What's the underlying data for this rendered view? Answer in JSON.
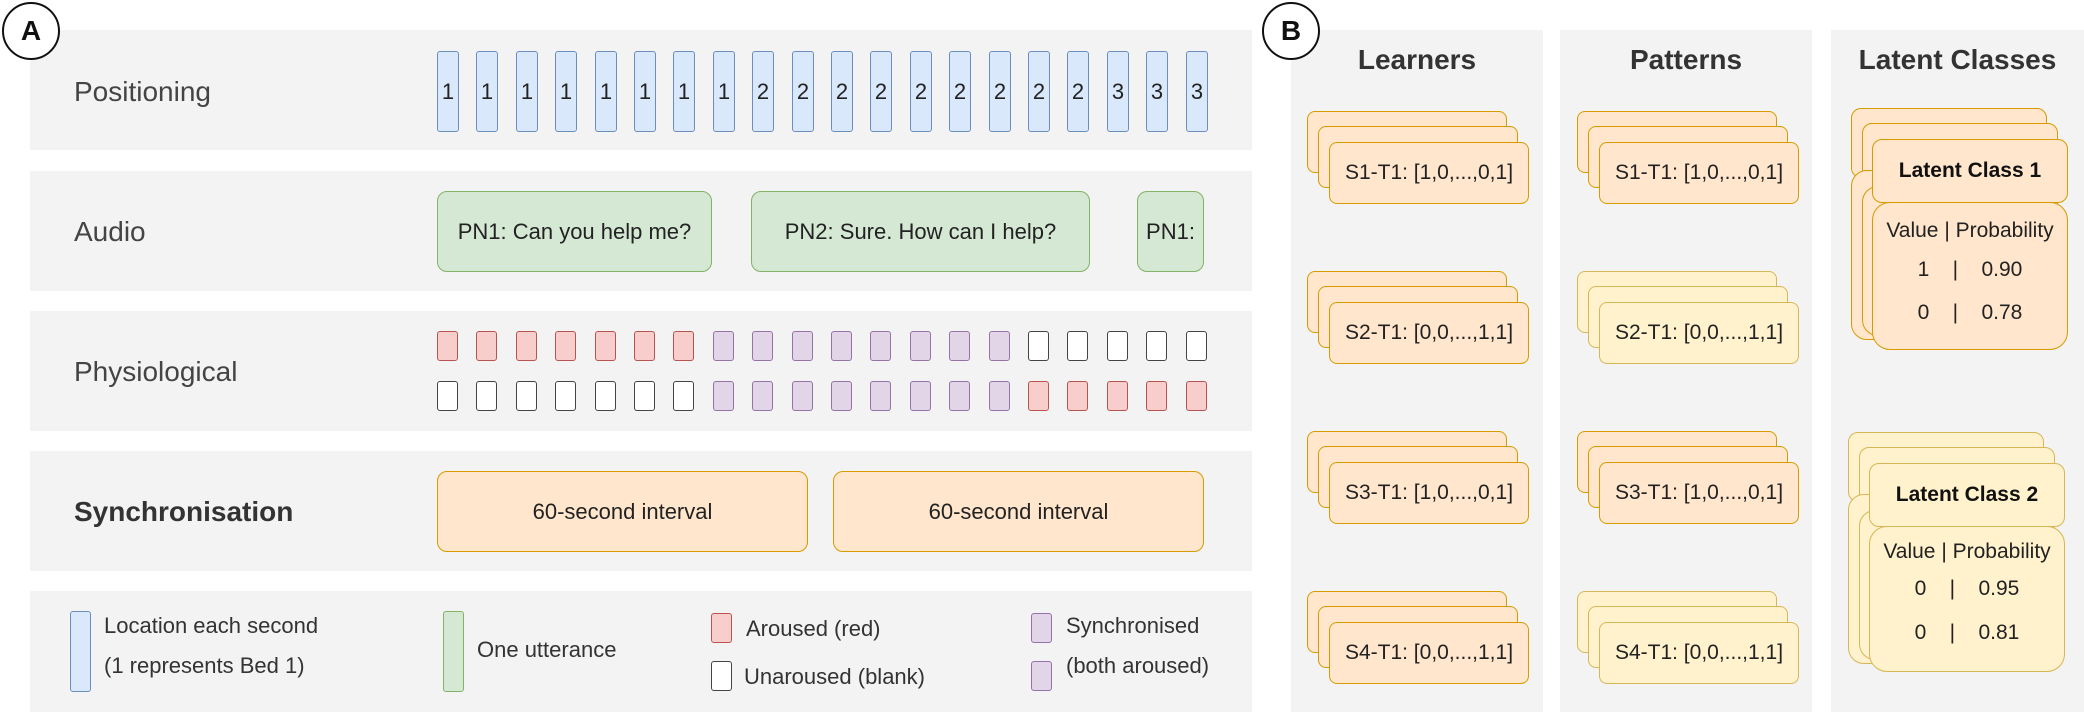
{
  "panel_a": {
    "label": "A",
    "rows": {
      "positioning": "Positioning",
      "audio": "Audio",
      "physiological": "Physiological",
      "synchronisation": "Synchronisation"
    },
    "positions": [
      "1",
      "1",
      "1",
      "1",
      "1",
      "1",
      "1",
      "1",
      "2",
      "2",
      "2",
      "2",
      "2",
      "2",
      "2",
      "2",
      "2",
      "3",
      "3",
      "3"
    ],
    "utterances": [
      "PN1: Can you help me?",
      "PN2: Sure. How can I help?",
      "PN1:"
    ],
    "physio_top": [
      "r",
      "r",
      "r",
      "r",
      "r",
      "r",
      "r",
      "p",
      "p",
      "p",
      "p",
      "p",
      "p",
      "p",
      "p",
      "b",
      "b",
      "b",
      "b",
      "b"
    ],
    "physio_bottom": [
      "b",
      "b",
      "b",
      "b",
      "b",
      "b",
      "b",
      "p",
      "p",
      "p",
      "p",
      "p",
      "p",
      "p",
      "p",
      "r",
      "r",
      "r",
      "r",
      "r"
    ],
    "intervals": [
      "60-second interval",
      "60-second interval"
    ],
    "legend": {
      "location_line1": "Location each second",
      "location_line2": "(1 represents Bed 1)",
      "utterance": "One utterance",
      "aroused": "Aroused (red)",
      "unaroused": "Unaroused (blank)",
      "sync_line1": "Synchronised",
      "sync_line2": "(both aroused)"
    },
    "colors": {
      "position_fill": "#dae8fc",
      "position_stroke": "#6c8ebf",
      "utterance_fill": "#d5e8d4",
      "utterance_stroke": "#82b366",
      "aroused_fill": "#f8cecc",
      "aroused_stroke": "#b85450",
      "sync_fill": "#e1d5e7",
      "sync_stroke": "#9673a6",
      "interval_fill": "#ffe6cc",
      "interval_stroke": "#d79b00"
    }
  },
  "panel_b": {
    "label": "B",
    "headers": {
      "learners": "Learners",
      "patterns": "Patterns",
      "latent_classes": "Latent Classes"
    },
    "learners": [
      "S1-T1: [1,0,...,0,1]",
      "S2-T1: [0,0,...,1,1]",
      "S3-T1: [1,0,...,0,1]",
      "S4-T1: [0,0,...,1,1]"
    ],
    "patterns": [
      {
        "text": "S1-T1: [1,0,...,0,1]",
        "style": "o"
      },
      {
        "text": "S2-T1: [0,0,...,1,1]",
        "style": "y"
      },
      {
        "text": "S3-T1: [1,0,...,0,1]",
        "style": "o"
      },
      {
        "text": "S4-T1: [0,0,...,1,1]",
        "style": "y"
      }
    ],
    "latent_classes": [
      {
        "title": "Latent Class 1",
        "header": "Value | Probability",
        "row1": "1    |    0.90",
        "row2": "0    |    0.78",
        "style": "o"
      },
      {
        "title": "Latent Class 2",
        "header": "Value | Probability",
        "row1": "0    |    0.95",
        "row2": "0    |    0.81",
        "style": "y"
      }
    ]
  }
}
